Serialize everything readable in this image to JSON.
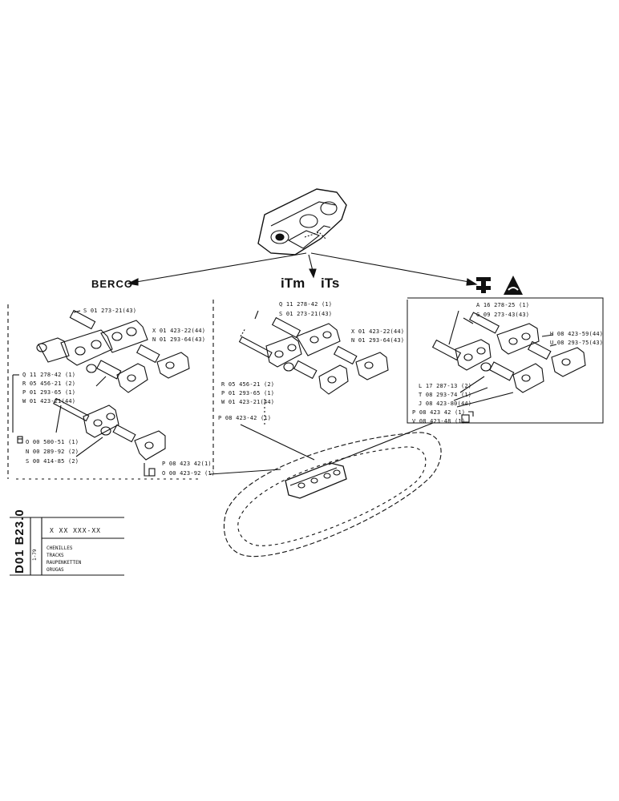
{
  "brands": {
    "berco": "BERCO",
    "itm": "iTm",
    "its": "iTs"
  },
  "berco_group": {
    "upper_labels": [
      "S 01 273-21(43)",
      "X 01 423-22(44)",
      "N 01 293-64(43)"
    ],
    "mid_labels": [
      "Q 11 278-42 (1)",
      "R 05 456-21 (2)",
      "P 01 293-65 (1)",
      "W 01 423-21(44)"
    ],
    "lower_labels": [
      "O 00 500-51 (1)",
      "N 00 289-92 (2)",
      "S 00 414-85 (2)"
    ],
    "bottom_labels": [
      "P 08 423 42(1)",
      "O 00 423-92 (1)"
    ]
  },
  "itm_group": {
    "top_labels": [
      "Q 11 278-42 (1)",
      "S 01 273-21(43)"
    ],
    "right_labels": [
      "X 01 423-22(44)",
      "N 01 293-64(43)"
    ],
    "left_labels": [
      "R 05 456-21 (2)",
      "P 01 293-65 (1)",
      "W 01 423-21(44)"
    ],
    "bottom_label": "P 08 423-42 (1)"
  },
  "right_group": {
    "top_labels": [
      "A 16 278-25 (1)",
      "G 09 273-43(43)"
    ],
    "right_labels": [
      "H 08 423-59(44)",
      "U 08 293-75(43)"
    ],
    "lower_labels": [
      "L 17 287-13 (2)",
      "T 08 293-74 (1)",
      "J 08 423-80(44)",
      "P 08 423  42 (1)",
      "V 08 423-48 (1)"
    ]
  },
  "title_block": {
    "code_vertical": "D01 B23.0",
    "part_number": "X XX XXX-XX",
    "date": "1-79",
    "titles": [
      "CHENILLES",
      "TRACKS",
      "RAUPENKETTEN",
      "ORUGAS"
    ]
  }
}
